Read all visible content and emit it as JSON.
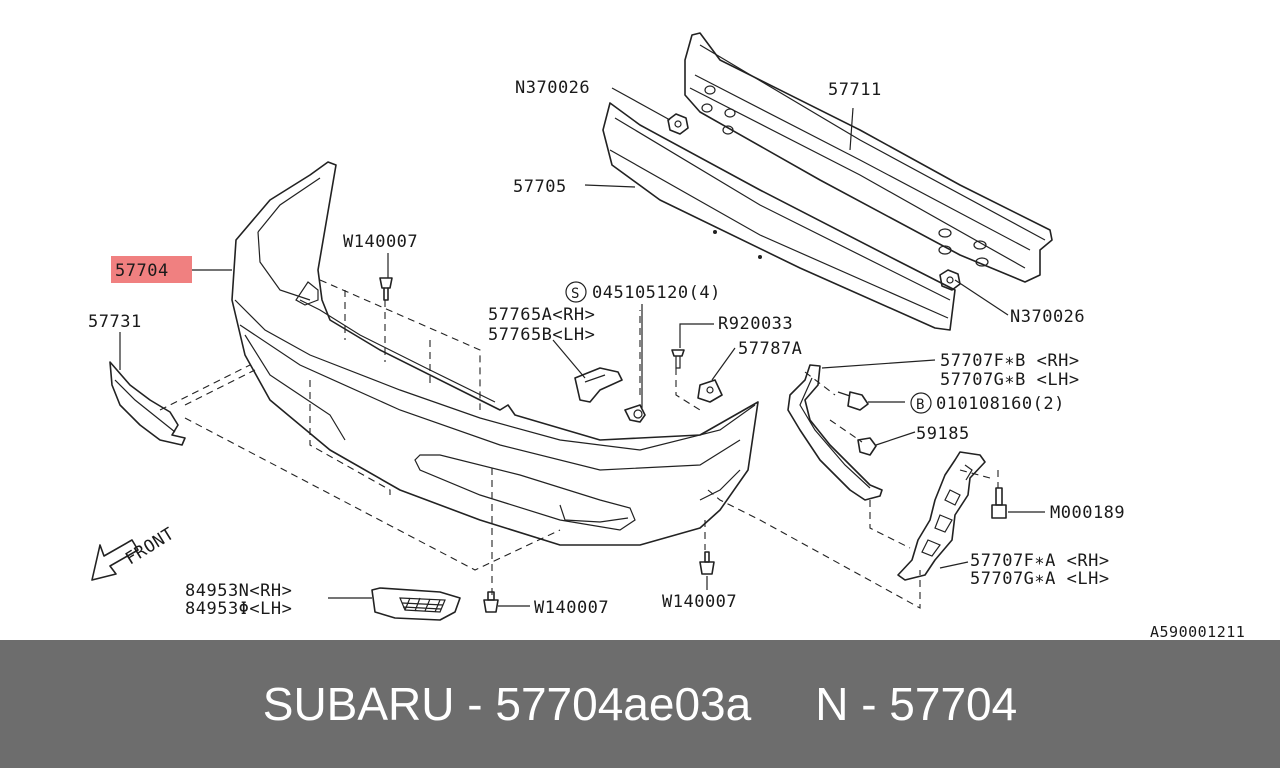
{
  "diagram": {
    "labels": {
      "n370026_top": "N370026",
      "p57711": "57711",
      "p57705": "57705",
      "w140007_top": "W140007",
      "p57704": "57704",
      "p57731": "57731",
      "s045105120": "045105120(4)",
      "s_circle": "S",
      "p57765a": "57765A<RH>",
      "p57765b": "57765B<LH>",
      "r920033": "R920033",
      "p57787a": "57787A",
      "n370026_right": "N370026",
      "p57707fb": "57707F∗B <RH>",
      "p57707gb": "57707G∗B <LH>",
      "b010108160": "010108160(2)",
      "b_circle": "B",
      "p59185": "59185",
      "m000189": "M000189",
      "p57707fa": "57707F∗A <RH>",
      "p57707ga": "57707G∗A <LH>",
      "p84953n": "84953N<RH>",
      "p84953o": "84953Φ<LH>",
      "w140007_bottom": "W140007",
      "w140007_center": "W140007",
      "front": "FRONT",
      "ref_id": "A590001211"
    },
    "highlight_color": "#f08080"
  },
  "footer": {
    "brand": "SUBARU - 57704ae03a",
    "number": "N - 57704"
  }
}
